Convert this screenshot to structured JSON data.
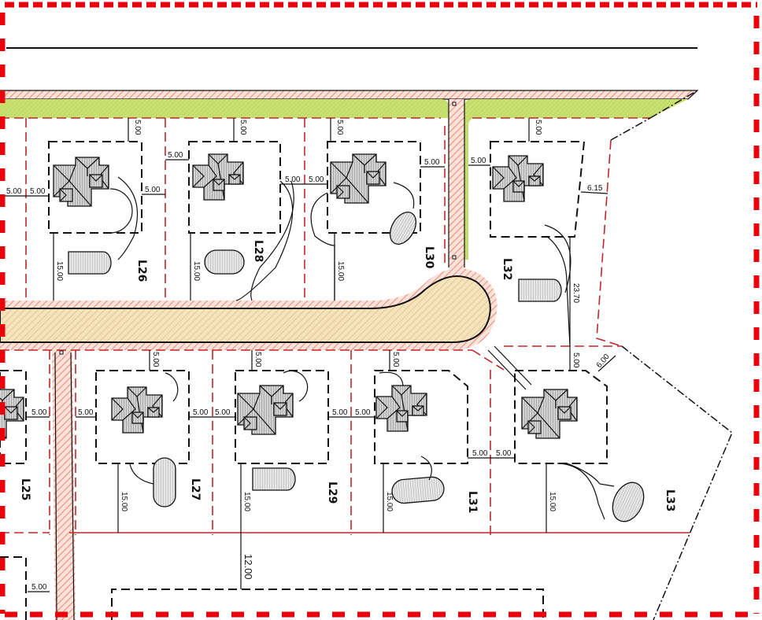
{
  "drawing": {
    "type": "subdivision site plan",
    "colors": {
      "boundary_red": "#e8000b",
      "lot_line_red": "#c0282c",
      "green_strip": "#c8e070",
      "road_tan": "#f2d9a8",
      "sidewalk_hatch": "#f0a890",
      "roof_grey": "#b8b8b8",
      "line_black": "#111111"
    }
  },
  "lots": [
    {
      "id": "L25",
      "label": "L25"
    },
    {
      "id": "L26",
      "label": "L26"
    },
    {
      "id": "L27",
      "label": "L27"
    },
    {
      "id": "L28",
      "label": "L28"
    },
    {
      "id": "L29",
      "label": "L29"
    },
    {
      "id": "L30",
      "label": "L30"
    },
    {
      "id": "L31",
      "label": "L31"
    },
    {
      "id": "L32",
      "label": "L32"
    },
    {
      "id": "L33",
      "label": "L33"
    }
  ],
  "dimensions": {
    "setback": "5.00",
    "rear": "15.00",
    "l32_side": "6.15",
    "l32_depth": "23.70",
    "l33_corner": "6.00",
    "bottom_offset": "12.00"
  }
}
